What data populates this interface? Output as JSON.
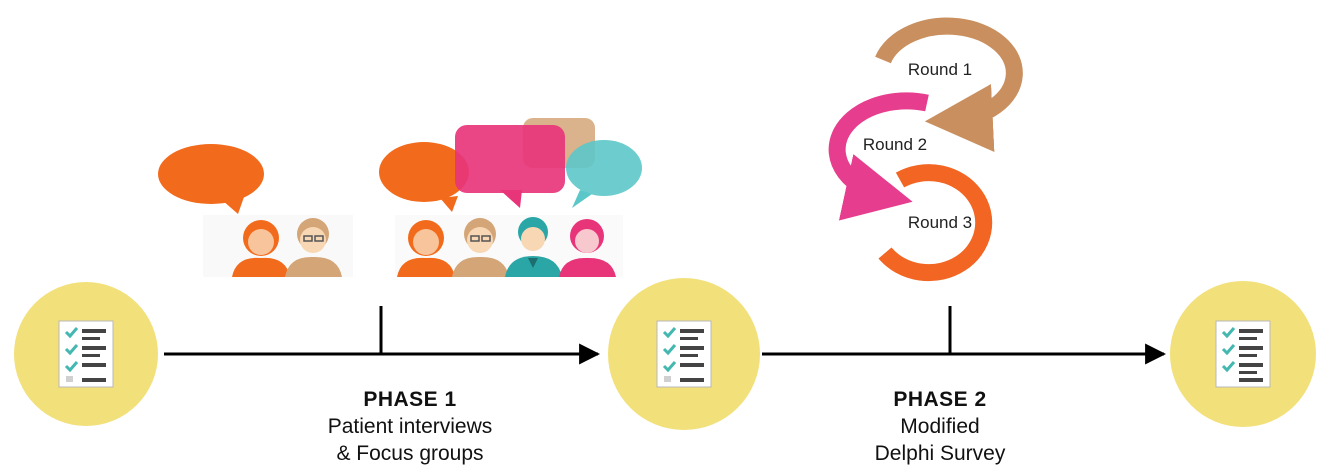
{
  "phases": [
    {
      "title": "PHASE 1",
      "line1": "Patient interviews",
      "line2": "& Focus groups"
    },
    {
      "title": "PHASE 2",
      "line1": "Modified",
      "line2": "Delphi Survey"
    }
  ],
  "rounds": [
    "Round 1",
    "Round 2",
    "Round 3"
  ],
  "colors": {
    "doc_circle": "#f2e07a",
    "check": "#43b7b0",
    "bubble_orange": "#f26b1d",
    "bubble_pink": "#e8357a",
    "bubble_tan": "#d4a577",
    "bubble_teal": "#5cc7c9",
    "round1": "#c98f5f",
    "round2": "#e63d8e",
    "round3": "#f26522"
  },
  "icons": [
    "checklist-icon",
    "speech-bubble-icon",
    "person-icon",
    "cycle-arrow-icon"
  ]
}
